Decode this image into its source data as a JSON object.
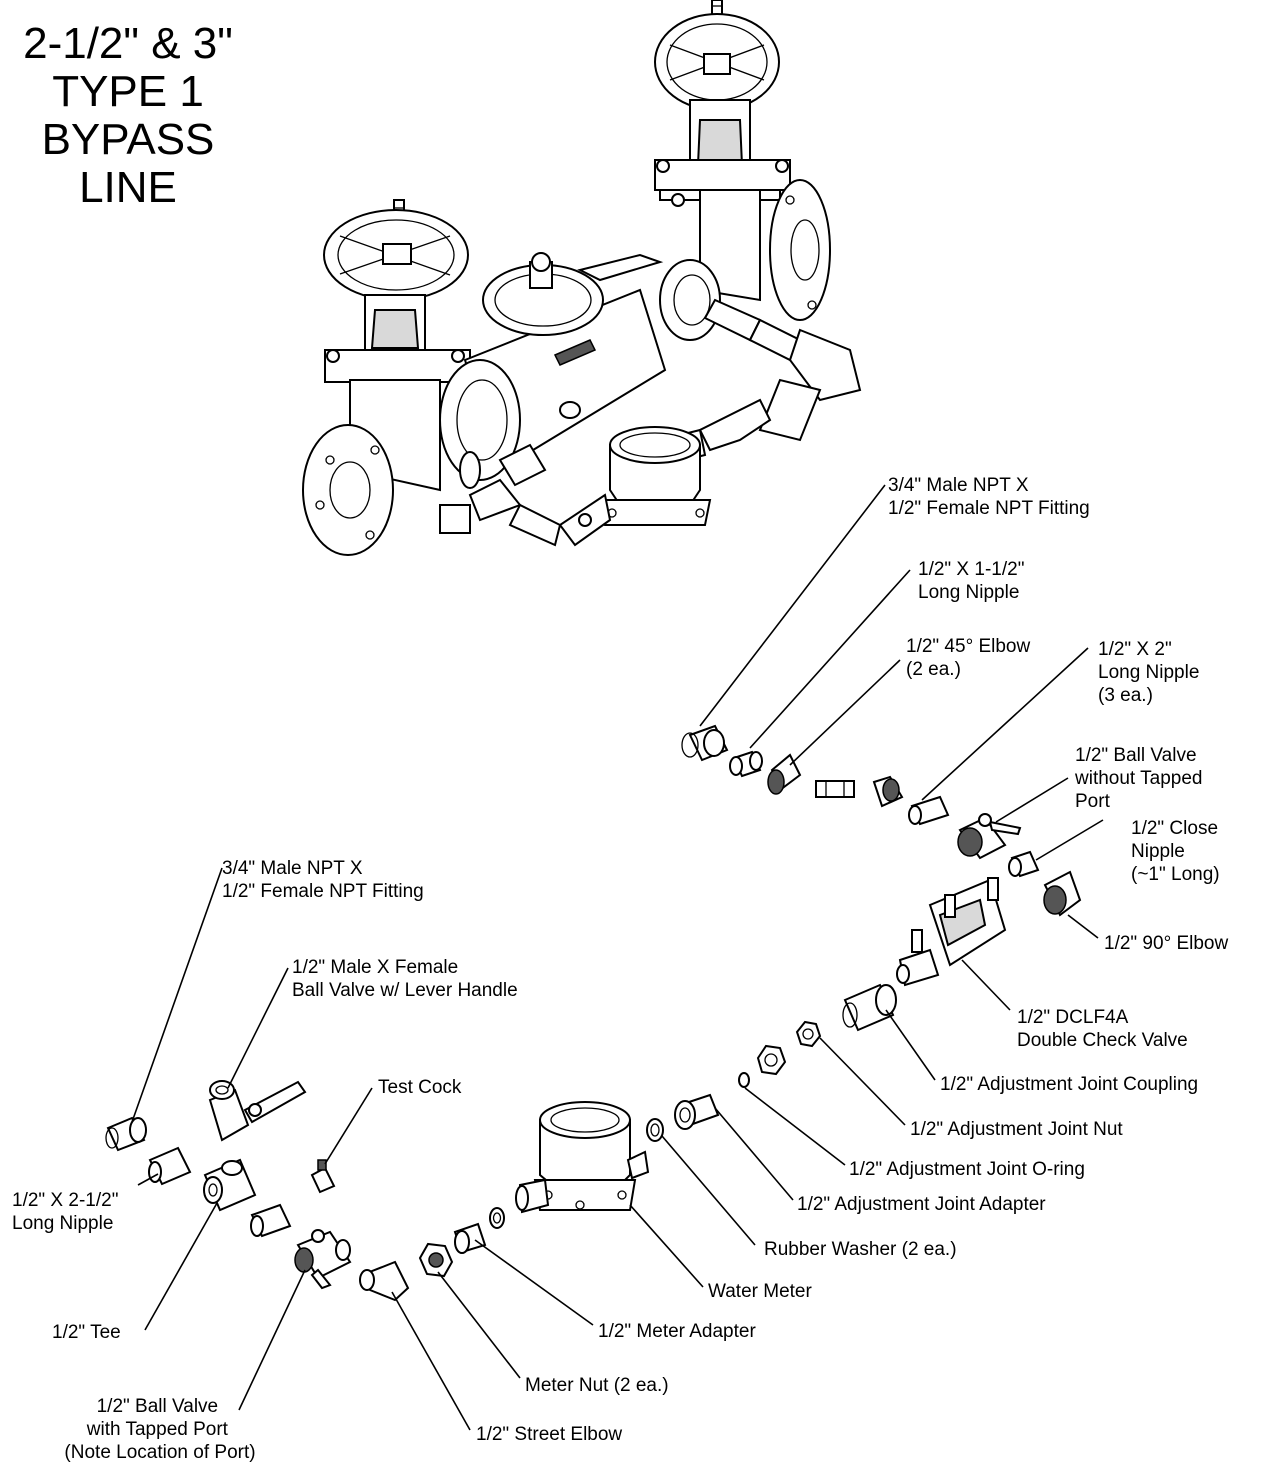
{
  "title": {
    "lines": [
      "2-1/2\" & 3\"",
      "TYPE 1",
      "BYPASS",
      "LINE"
    ]
  },
  "labels": {
    "fitting_upper": [
      "3/4\" Male NPT X",
      "1/2\" Female NPT Fitting"
    ],
    "nipple_1_5": [
      "1/2\" X 1-1/2\"",
      "Long Nipple"
    ],
    "elbow_45": [
      "1/2\" 45° Elbow",
      "(2 ea.)"
    ],
    "nipple_2": [
      "1/2\" X 2\"",
      "Long Nipple",
      "(3 ea.)"
    ],
    "ball_valve_no_port": [
      "1/2\" Ball Valve",
      "without Tapped",
      "Port"
    ],
    "close_nipple": [
      "1/2\" Close",
      "Nipple",
      "(~1\" Long)"
    ],
    "elbow_90": [
      "1/2\" 90° Elbow"
    ],
    "dclf4a": [
      "1/2\" DCLF4A",
      "Double Check Valve"
    ],
    "adj_coupling": [
      "1/2\" Adjustment Joint Coupling"
    ],
    "adj_nut": [
      "1/2\" Adjustment Joint Nut"
    ],
    "adj_oring": [
      "1/2\" Adjustment Joint O-ring"
    ],
    "adj_adapter": [
      "1/2\" Adjustment Joint Adapter"
    ],
    "rubber_washer": [
      "Rubber Washer (2 ea.)"
    ],
    "water_meter": [
      "Water Meter"
    ],
    "meter_adapter": [
      "1/2\" Meter Adapter"
    ],
    "meter_nut": [
      "Meter Nut (2 ea.)"
    ],
    "street_elbow": [
      "1/2\" Street Elbow"
    ],
    "ball_valve_tapped": [
      "1/2\" Ball Valve",
      "with Tapped Port",
      "(Note Location of Port)"
    ],
    "tee": [
      "1/2\" Tee"
    ],
    "nipple_2_5": [
      "1/2\" X 2-1/2\"",
      "Long Nipple"
    ],
    "fitting_lower": [
      "3/4\" Male NPT X",
      "1/2\" Female NPT Fitting"
    ],
    "ball_valve_lever": [
      "1/2\" Male X Female",
      "Ball Valve w/ Lever Handle"
    ],
    "test_cock": [
      "Test Cock"
    ]
  }
}
